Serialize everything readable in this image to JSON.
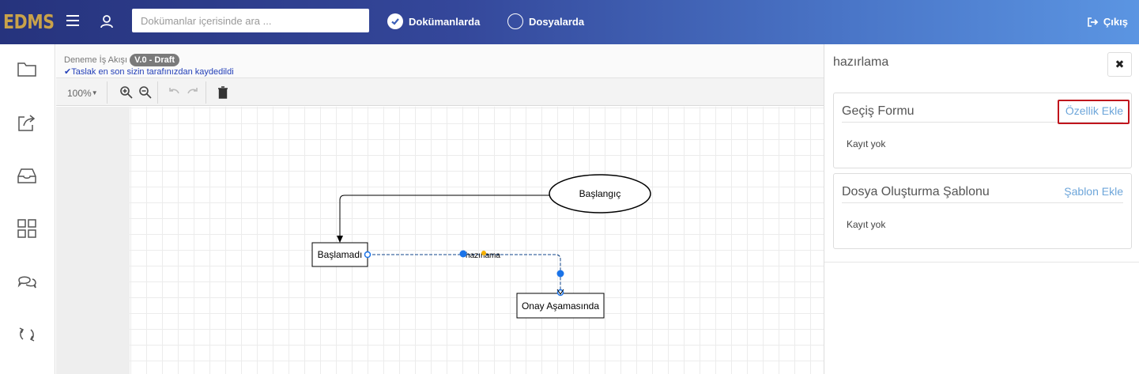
{
  "header": {
    "logo": "EDMS",
    "search_placeholder": "Dokümanlar içerisinde ara ...",
    "option_documents": "Dokümanlarda",
    "option_folders": "Dosyalarda",
    "logout": "Çıkış"
  },
  "sidebar": {
    "icons": [
      "folder-icon",
      "share-icon",
      "inbox-icon",
      "grid-icon",
      "chat-icon",
      "sync-icon"
    ]
  },
  "editor": {
    "workflow_name": "Deneme İş Akışı",
    "version_badge": "V.0 - Draft",
    "saved_message": "Taslak en son sizin tarafınızdan kaydedildi",
    "zoom_level": "100%",
    "nodes": {
      "start": "Başlangıç",
      "not_started": "Başlamadı",
      "approval": "Onay Aşamasında"
    },
    "edge_label": "hazırlama"
  },
  "panel": {
    "title": "hazırlama",
    "close": "✖",
    "transition_form": {
      "title": "Geçiş Formu",
      "action": "Özellik Ekle",
      "empty": "Kayıt yok"
    },
    "file_template": {
      "title": "Dosya Oluşturma Şablonu",
      "action": "Şablon Ekle",
      "empty": "Kayıt yok"
    }
  },
  "colors": {
    "header_start": "#26337d",
    "header_end": "#5b95e2",
    "logo": "#c9a24a",
    "link": "#6ea6da",
    "highlight": "#c0141c",
    "selection": "#1a73e8"
  }
}
